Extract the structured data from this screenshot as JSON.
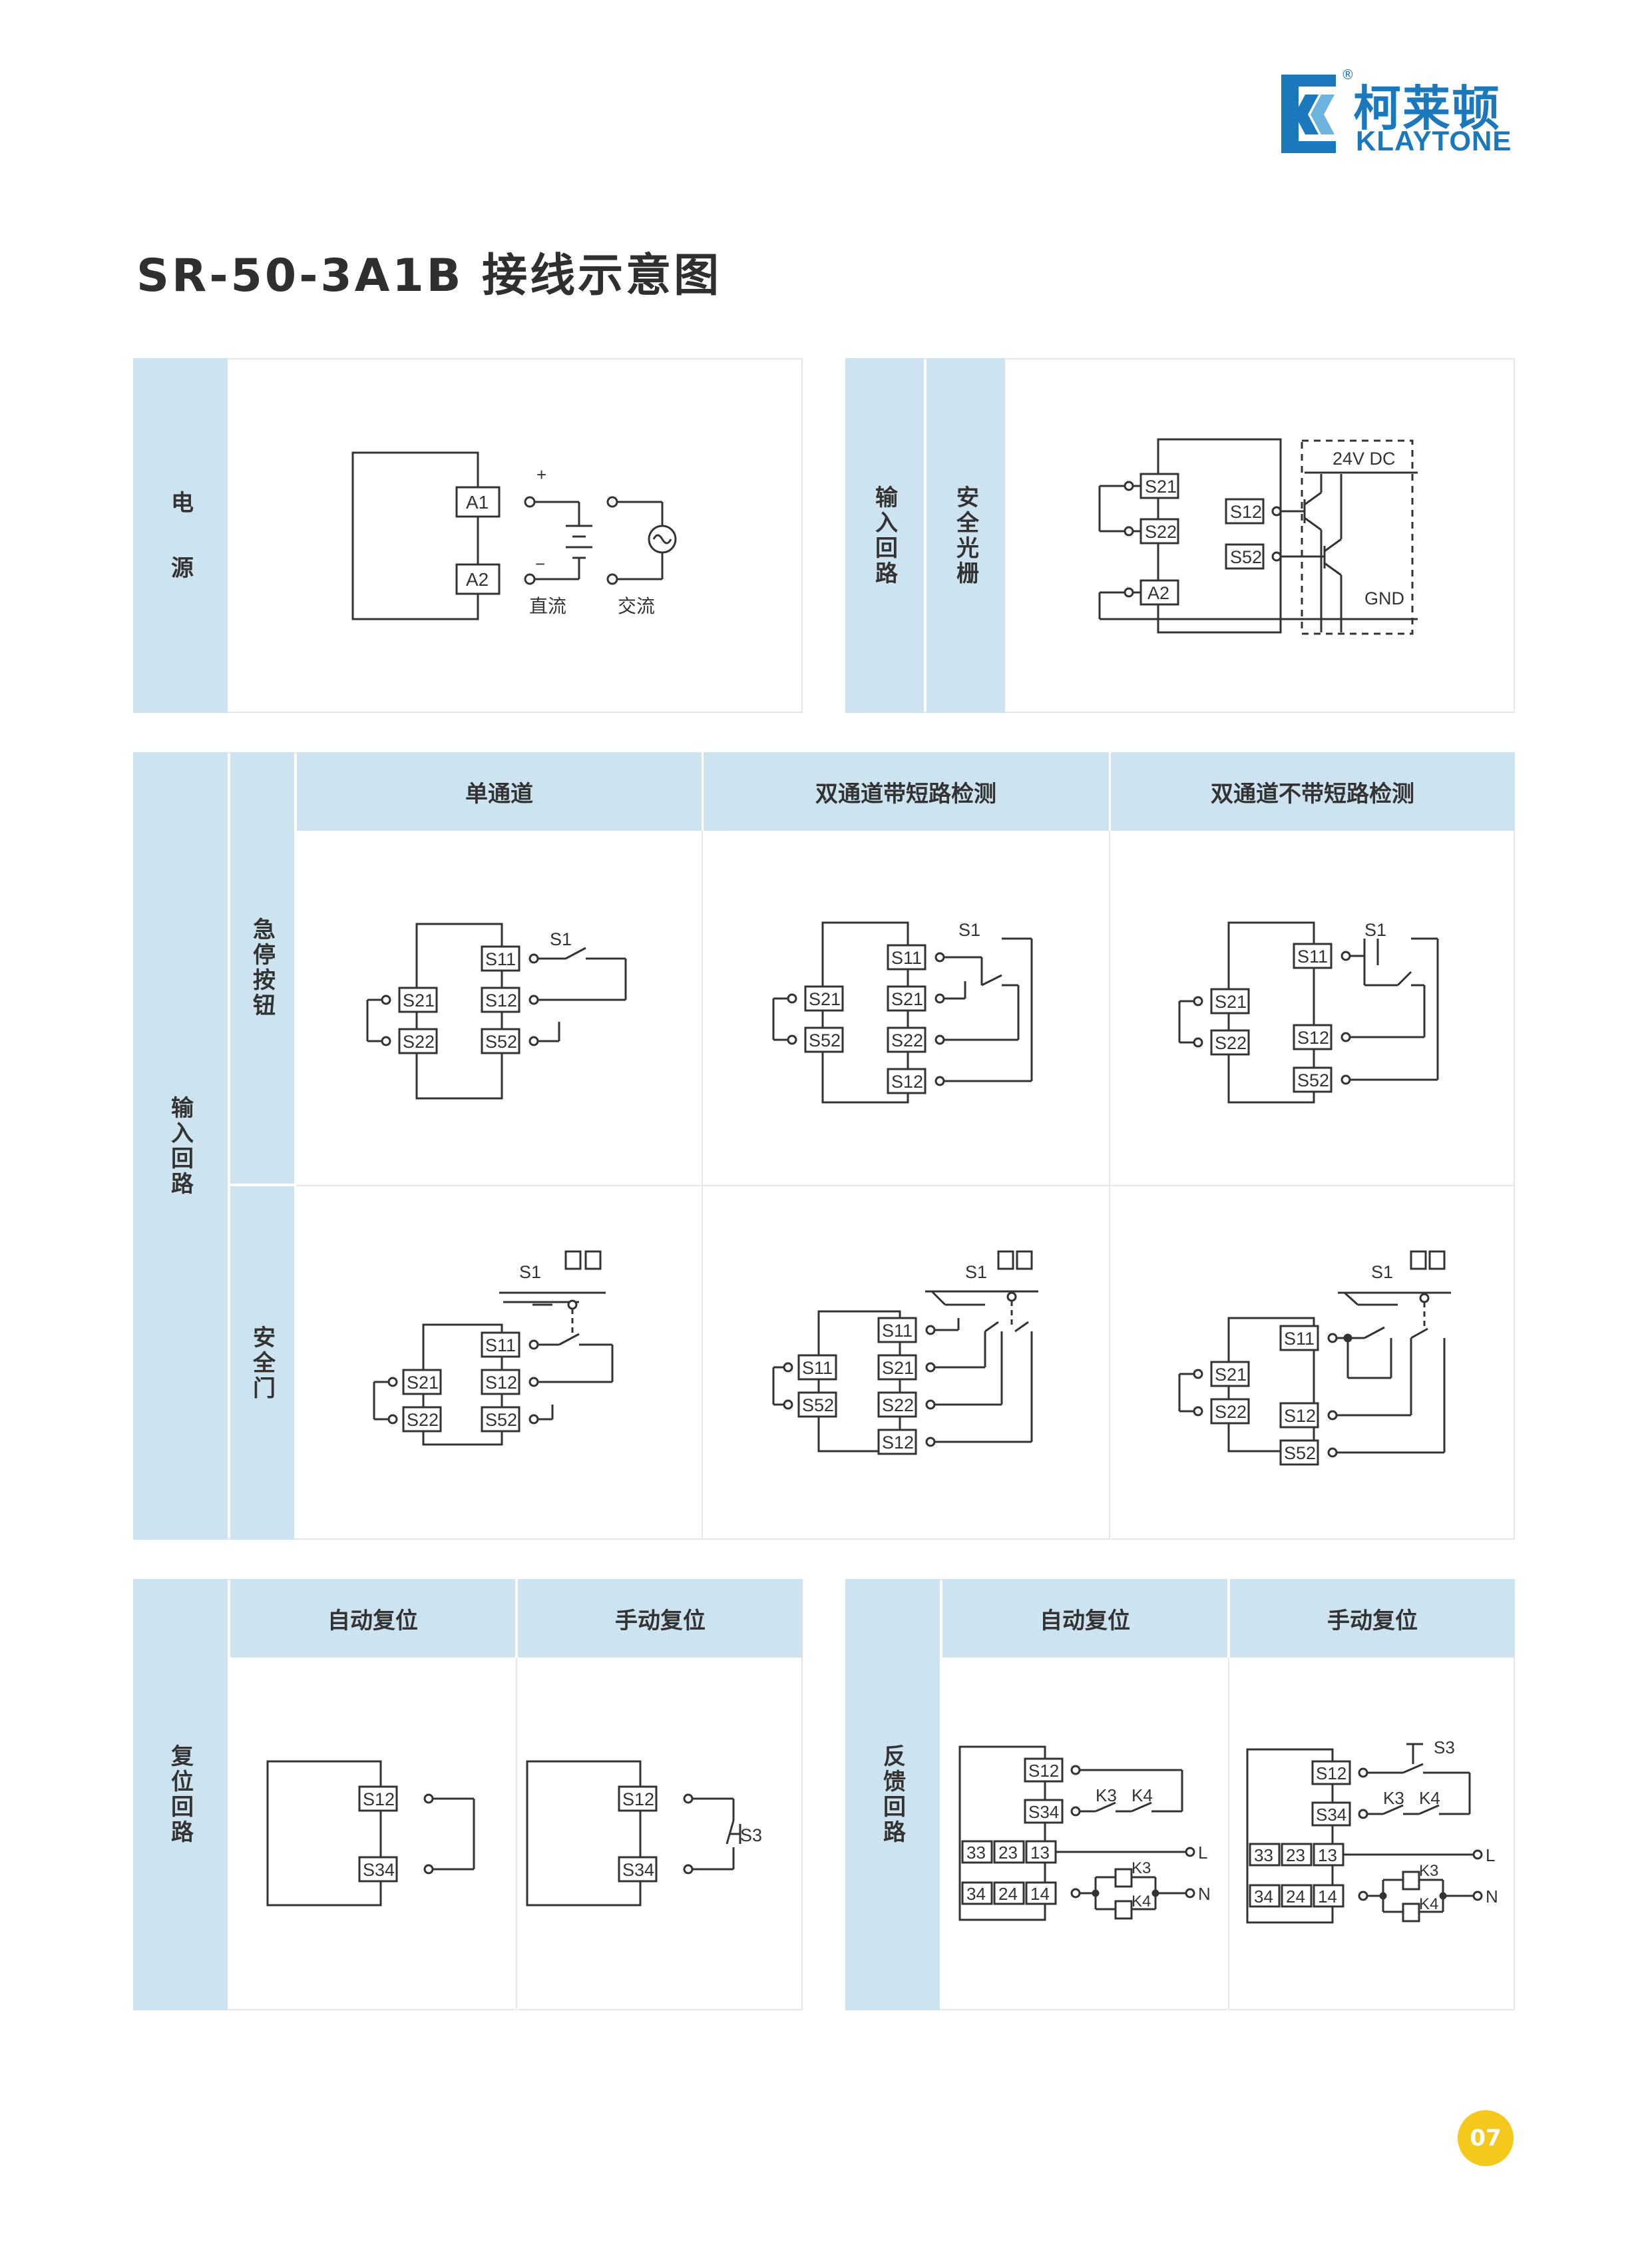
{
  "brand": {
    "name_cn": "柯莱顿",
    "name_en": "KLAYTONE",
    "reg": "®"
  },
  "title": "SR-50-3A1B 接线示意图",
  "power": {
    "label": "电源",
    "label_top": "电",
    "label_bottom": "源",
    "dc": "直流",
    "ac": "交流",
    "a1": "A1",
    "a2": "A2",
    "plus": "+",
    "minus": "−"
  },
  "light_curtain": {
    "group": "输入回路",
    "label": "安全光栅",
    "supply": "24V DC",
    "gnd": "GND",
    "terminals": [
      "S21",
      "S22",
      "A2",
      "S12",
      "S52"
    ]
  },
  "input": {
    "group": "输入回路",
    "columns": [
      "单通道",
      "双通道带短路检测",
      "双通道不带短路检测"
    ],
    "rows": [
      "急停按钮",
      "安全门"
    ],
    "switch": "S1",
    "estop_single": [
      "S11",
      "S12",
      "S52",
      "S21",
      "S22"
    ],
    "estop_dual_short": [
      "S11",
      "S21",
      "S22",
      "S12",
      "S52"
    ],
    "estop_dual_noshort": [
      "S11",
      "S12",
      "S52",
      "S21",
      "S22"
    ]
  },
  "reset": {
    "group": "复位回路",
    "columns": [
      "自动复位",
      "手动复位"
    ],
    "terminals": [
      "S12",
      "S34"
    ],
    "switch": "S3"
  },
  "feedback": {
    "group": "反馈回路",
    "columns": [
      "自动复位",
      "手动复位"
    ],
    "terminals": [
      "S12",
      "S34",
      "33",
      "23",
      "13",
      "34",
      "24",
      "14"
    ],
    "relays": [
      "K3",
      "K4"
    ],
    "line": "L",
    "neutral": "N",
    "switch": "S3"
  },
  "page": "07",
  "colors": {
    "accent": "#1c78bd",
    "header_bg": "#cde3ef",
    "page_badge": "#f5c91c"
  }
}
